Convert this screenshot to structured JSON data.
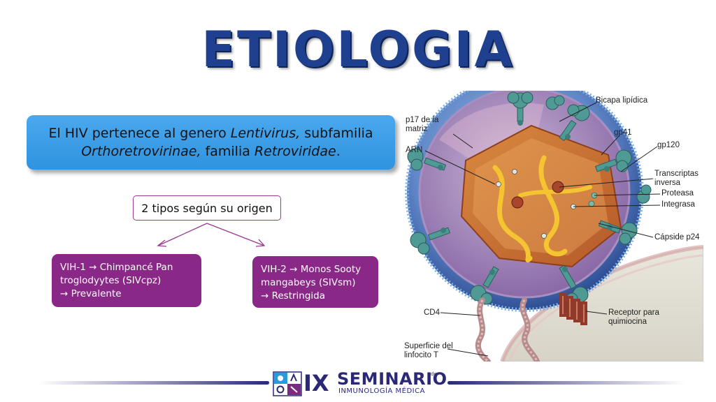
{
  "slide": {
    "title": "ETIOLOGIA",
    "info_box": {
      "line1_a": "El HIV pertenece al genero ",
      "line1_b": "Lentivirus,",
      "line1_c": " subfamilia",
      "line2_a": "Orthoretrovirinae,",
      "line2_b": " familia ",
      "line2_c": "Retroviridae",
      "line2_d": "."
    },
    "types_label": "2 tipos según su origen",
    "vih1": {
      "line1": "VIH-1 → Chimpancé Pan",
      "line2": "troglodyytes (SIVcpz)",
      "line3": " → Prevalente"
    },
    "vih2": {
      "line1": "VIH-2 → Monos Sooty",
      "line2": "mangabeys (SIVsm)",
      "line3": " → Restringida"
    },
    "colors": {
      "title": "#1f3f8f",
      "info_box": "#3a9de6",
      "vih_box": "#8a2888",
      "footer": "#2b2878"
    }
  },
  "figure": {
    "labels": {
      "bicapa": "Bicapa lipídica",
      "p17_1": "p17 de la",
      "p17_2": "matriz",
      "arn": "ARN",
      "gp41": "gp41",
      "gp120": "gp120",
      "transcriptasa_1": "Transcriptas",
      "transcriptasa_2": "inversa",
      "proteasa": "Proteasa",
      "integrasa": "Integrasa",
      "capside": "Cápside p24",
      "cd4": "CD4",
      "receptor_1": "Receptor para",
      "receptor_2": "quimiocina",
      "superficie_1": "Superficie del",
      "superficie_2": "linfocito T"
    }
  },
  "footer": {
    "roman": "IX",
    "word": "SEMINARIO",
    "sub": "INMUNOLOGÍA MÉDICA",
    "mark": "de"
  }
}
